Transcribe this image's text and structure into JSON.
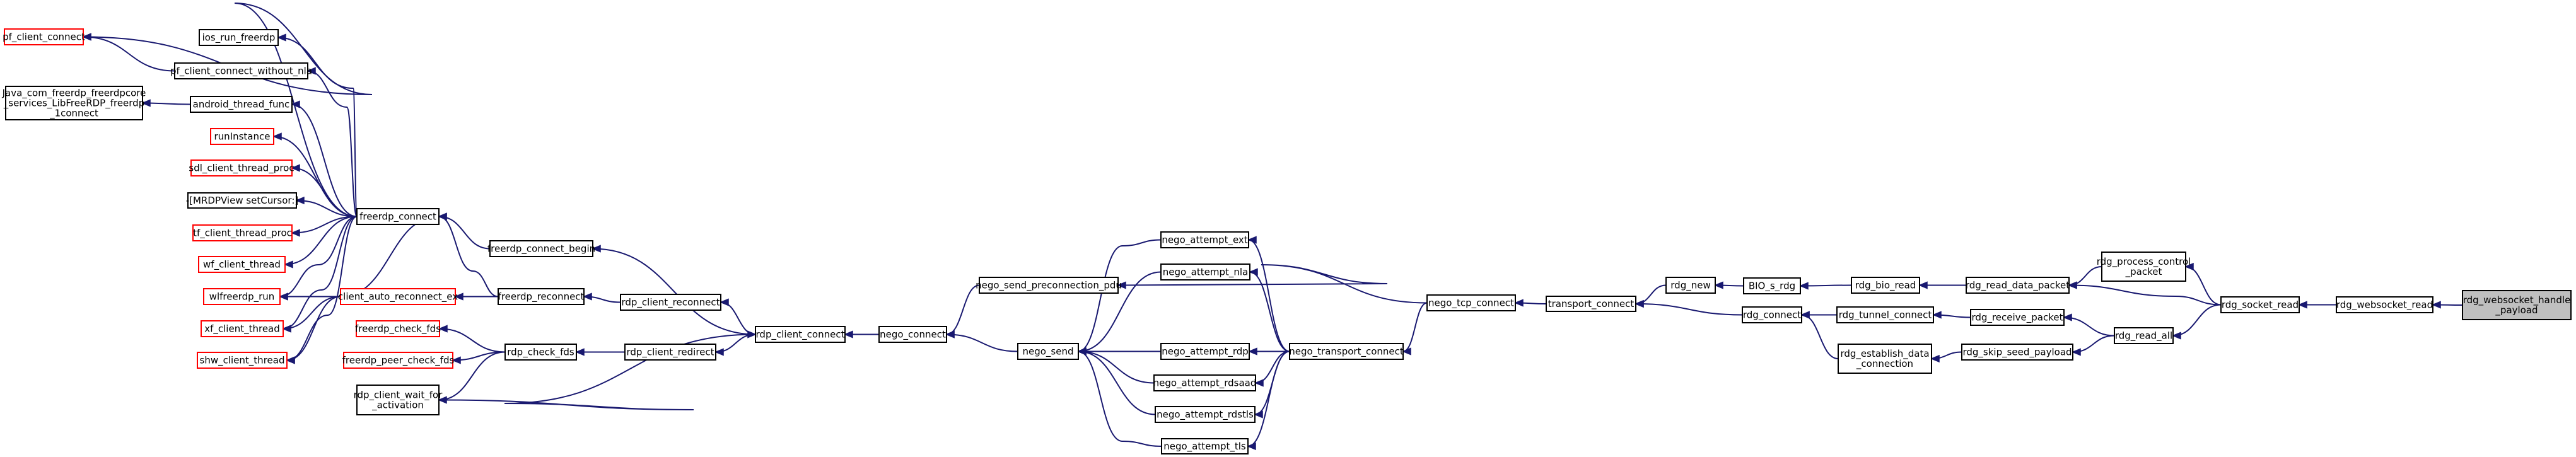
{
  "nodes": [
    {
      "id": "pf_client_connect",
      "lines": [
        "pf_client_connect"
      ],
      "color": "red"
    },
    {
      "id": "ios_run_freerdp",
      "lines": [
        "ios_run_freerdp"
      ],
      "color": "black"
    },
    {
      "id": "pf_client_connect_without_nla",
      "lines": [
        "pf_client_connect_without_nla"
      ],
      "color": "black"
    },
    {
      "id": "java_connect",
      "lines": [
        "Java_com_freerdp_freerdpcore",
        "_services_LibFreeRDP_freerdp",
        "_1connect"
      ],
      "color": "black"
    },
    {
      "id": "android_thread_func",
      "lines": [
        "android_thread_func"
      ],
      "color": "black"
    },
    {
      "id": "runInstance",
      "lines": [
        "runInstance"
      ],
      "color": "red"
    },
    {
      "id": "sdl_client_thread_proc",
      "lines": [
        "sdl_client_thread_proc"
      ],
      "color": "red"
    },
    {
      "id": "mrdpview_setcursor",
      "lines": [
        "-[MRDPView setCursor:]"
      ],
      "color": "black"
    },
    {
      "id": "tf_client_thread_proc",
      "lines": [
        "tf_client_thread_proc"
      ],
      "color": "red"
    },
    {
      "id": "wf_client_thread",
      "lines": [
        "wf_client_thread"
      ],
      "color": "red"
    },
    {
      "id": "wlfreerdp_run",
      "lines": [
        "wlfreerdp_run"
      ],
      "color": "red"
    },
    {
      "id": "xf_client_thread",
      "lines": [
        "xf_client_thread"
      ],
      "color": "red"
    },
    {
      "id": "shw_client_thread",
      "lines": [
        "shw_client_thread"
      ],
      "color": "red"
    },
    {
      "id": "freerdp_check_fds",
      "lines": [
        "freerdp_check_fds"
      ],
      "color": "red"
    },
    {
      "id": "freerdp_peer_check_fds",
      "lines": [
        "freerdp_peer_check_fds"
      ],
      "color": "red"
    },
    {
      "id": "rdp_client_wait_for_activation",
      "lines": [
        "rdp_client_wait_for",
        "_activation"
      ],
      "color": "black"
    },
    {
      "id": "freerdp_connect",
      "lines": [
        "freerdp_connect"
      ],
      "color": "black"
    },
    {
      "id": "client_auto_reconnect_ex",
      "lines": [
        "client_auto_reconnect_ex"
      ],
      "color": "red"
    },
    {
      "id": "rdp_check_fds",
      "lines": [
        "rdp_check_fds"
      ],
      "color": "black"
    },
    {
      "id": "freerdp_connect_begin",
      "lines": [
        "freerdp_connect_begin"
      ],
      "color": "black"
    },
    {
      "id": "freerdp_reconnect",
      "lines": [
        "freerdp_reconnect"
      ],
      "color": "black"
    },
    {
      "id": "rdp_client_reconnect",
      "lines": [
        "rdp_client_reconnect"
      ],
      "color": "black"
    },
    {
      "id": "rdp_client_redirect",
      "lines": [
        "rdp_client_redirect"
      ],
      "color": "black"
    },
    {
      "id": "rdp_client_connect",
      "lines": [
        "rdp_client_connect"
      ],
      "color": "black"
    },
    {
      "id": "nego_connect",
      "lines": [
        "nego_connect"
      ],
      "color": "black"
    },
    {
      "id": "nego_send_preconnection_pdu",
      "lines": [
        "nego_send_preconnection_pdu"
      ],
      "color": "black"
    },
    {
      "id": "nego_send",
      "lines": [
        "nego_send"
      ],
      "color": "black"
    },
    {
      "id": "nego_attempt_ext",
      "lines": [
        "nego_attempt_ext"
      ],
      "color": "black"
    },
    {
      "id": "nego_attempt_nla",
      "lines": [
        "nego_attempt_nla"
      ],
      "color": "black"
    },
    {
      "id": "nego_attempt_rdp",
      "lines": [
        "nego_attempt_rdp"
      ],
      "color": "black"
    },
    {
      "id": "nego_attempt_rdsaad",
      "lines": [
        "nego_attempt_rdsaad"
      ],
      "color": "black"
    },
    {
      "id": "nego_attempt_rdstls",
      "lines": [
        "nego_attempt_rdstls"
      ],
      "color": "black"
    },
    {
      "id": "nego_attempt_tls",
      "lines": [
        "nego_attempt_tls"
      ],
      "color": "black"
    },
    {
      "id": "nego_transport_connect",
      "lines": [
        "nego_transport_connect"
      ],
      "color": "black"
    },
    {
      "id": "nego_tcp_connect",
      "lines": [
        "nego_tcp_connect"
      ],
      "color": "black"
    },
    {
      "id": "transport_connect",
      "lines": [
        "transport_connect"
      ],
      "color": "black"
    },
    {
      "id": "rdg_new",
      "lines": [
        "rdg_new"
      ],
      "color": "black"
    },
    {
      "id": "rdg_connect",
      "lines": [
        "rdg_connect"
      ],
      "color": "black"
    },
    {
      "id": "bio_s_rdg",
      "lines": [
        "BIO_s_rdg"
      ],
      "color": "black"
    },
    {
      "id": "rdg_tunnel_connect",
      "lines": [
        "rdg_tunnel_connect"
      ],
      "color": "black"
    },
    {
      "id": "rdg_establish_data_connection",
      "lines": [
        "rdg_establish_data",
        "_connection"
      ],
      "color": "black"
    },
    {
      "id": "rdg_bio_read",
      "lines": [
        "rdg_bio_read"
      ],
      "color": "black"
    },
    {
      "id": "rdg_read_data_packet",
      "lines": [
        "rdg_read_data_packet"
      ],
      "color": "black"
    },
    {
      "id": "rdg_receive_packet",
      "lines": [
        "rdg_receive_packet"
      ],
      "color": "black"
    },
    {
      "id": "rdg_skip_seed_payload",
      "lines": [
        "rdg_skip_seed_payload"
      ],
      "color": "black"
    },
    {
      "id": "rdg_process_control_packet",
      "lines": [
        "rdg_process_control",
        "_packet"
      ],
      "color": "black"
    },
    {
      "id": "rdg_read_all",
      "lines": [
        "rdg_read_all"
      ],
      "color": "black"
    },
    {
      "id": "rdg_socket_read",
      "lines": [
        "rdg_socket_read"
      ],
      "color": "black"
    },
    {
      "id": "rdg_websocket_read",
      "lines": [
        "rdg_websocket_read"
      ],
      "color": "black"
    },
    {
      "id": "rdg_websocket_handle_payload",
      "lines": [
        "rdg_websocket_handle",
        "_payload"
      ],
      "color": "root"
    }
  ],
  "edges": [
    [
      "ios_run_freerdp",
      "freerdp_connect"
    ],
    [
      "pf_client_connect",
      "freerdp_connect"
    ],
    [
      "pf_client_connect",
      "pf_client_connect_without_nla"
    ],
    [
      "pf_client_connect_without_nla",
      "freerdp_connect"
    ],
    [
      "java_connect",
      "android_thread_func"
    ],
    [
      "android_thread_func",
      "freerdp_connect"
    ],
    [
      "runInstance",
      "freerdp_connect"
    ],
    [
      "sdl_client_thread_proc",
      "freerdp_connect"
    ],
    [
      "mrdpview_setcursor",
      "freerdp_connect"
    ],
    [
      "tf_client_thread_proc",
      "freerdp_connect"
    ],
    [
      "wf_client_thread",
      "freerdp_connect"
    ],
    [
      "wlfreerdp_run",
      "freerdp_connect"
    ],
    [
      "xf_client_thread",
      "freerdp_connect"
    ],
    [
      "shw_client_thread",
      "freerdp_connect"
    ],
    [
      "client_auto_reconnect_ex",
      "freerdp_connect"
    ],
    [
      "wlfreerdp_run",
      "client_auto_reconnect_ex"
    ],
    [
      "xf_client_thread",
      "client_auto_reconnect_ex"
    ],
    [
      "shw_client_thread",
      "client_auto_reconnect_ex"
    ],
    [
      "client_auto_reconnect_ex",
      "freerdp_reconnect"
    ],
    [
      "freerdp_connect",
      "freerdp_connect_begin"
    ],
    [
      "freerdp_connect",
      "freerdp_reconnect"
    ],
    [
      "freerdp_check_fds",
      "rdp_check_fds"
    ],
    [
      "freerdp_peer_check_fds",
      "rdp_check_fds"
    ],
    [
      "rdp_client_wait_for_activation",
      "rdp_check_fds"
    ],
    [
      "rdp_check_fds",
      "rdp_client_redirect"
    ],
    [
      "freerdp_reconnect",
      "rdp_client_reconnect"
    ],
    [
      "freerdp_connect_begin",
      "rdp_client_connect"
    ],
    [
      "rdp_client_reconnect",
      "rdp_client_connect"
    ],
    [
      "rdp_client_redirect",
      "rdp_client_connect"
    ],
    [
      "rdp_client_connect",
      "rdp_client_wait_for_activation"
    ],
    [
      "rdp_client_connect",
      "nego_connect"
    ],
    [
      "nego_connect",
      "nego_send_preconnection_pdu"
    ],
    [
      "nego_connect",
      "nego_send"
    ],
    [
      "nego_send",
      "nego_attempt_ext"
    ],
    [
      "nego_send",
      "nego_attempt_nla"
    ],
    [
      "nego_send",
      "nego_attempt_rdp"
    ],
    [
      "nego_send",
      "nego_attempt_rdsaad"
    ],
    [
      "nego_send",
      "nego_attempt_rdstls"
    ],
    [
      "nego_send",
      "nego_attempt_tls"
    ],
    [
      "nego_attempt_ext",
      "nego_transport_connect"
    ],
    [
      "nego_attempt_nla",
      "nego_transport_connect"
    ],
    [
      "nego_attempt_rdp",
      "nego_transport_connect"
    ],
    [
      "nego_attempt_rdsaad",
      "nego_transport_connect"
    ],
    [
      "nego_attempt_rdstls",
      "nego_transport_connect"
    ],
    [
      "nego_attempt_tls",
      "nego_transport_connect"
    ],
    [
      "nego_send_preconnection_pdu",
      "nego_tcp_connect"
    ],
    [
      "nego_transport_connect",
      "nego_tcp_connect"
    ],
    [
      "nego_tcp_connect",
      "transport_connect"
    ],
    [
      "transport_connect",
      "rdg_new"
    ],
    [
      "transport_connect",
      "rdg_connect"
    ],
    [
      "rdg_new",
      "bio_s_rdg"
    ],
    [
      "bio_s_rdg",
      "rdg_bio_read"
    ],
    [
      "rdg_connect",
      "rdg_tunnel_connect"
    ],
    [
      "rdg_connect",
      "rdg_establish_data_connection"
    ],
    [
      "rdg_bio_read",
      "rdg_read_data_packet"
    ],
    [
      "rdg_tunnel_connect",
      "rdg_receive_packet"
    ],
    [
      "rdg_establish_data_connection",
      "rdg_skip_seed_payload"
    ],
    [
      "rdg_read_data_packet",
      "rdg_process_control_packet"
    ],
    [
      "rdg_read_data_packet",
      "rdg_socket_read"
    ],
    [
      "rdg_receive_packet",
      "rdg_read_all"
    ],
    [
      "rdg_skip_seed_payload",
      "rdg_read_all"
    ],
    [
      "rdg_process_control_packet",
      "rdg_socket_read"
    ],
    [
      "rdg_read_all",
      "rdg_socket_read"
    ],
    [
      "rdg_socket_read",
      "rdg_websocket_read"
    ],
    [
      "rdg_websocket_read",
      "rdg_websocket_handle_payload"
    ]
  ],
  "colors": {
    "edge": "#191970",
    "node_border": "#000000",
    "caller_border": "#ff0000",
    "root_fill": "#bfbfbf"
  }
}
